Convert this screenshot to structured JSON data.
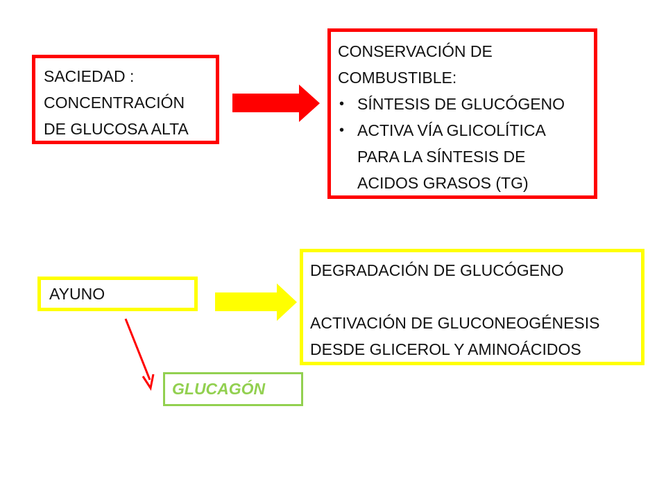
{
  "saciedad": {
    "lines": [
      "SACIEDAD :",
      "CONCENTRACIÓN",
      "DE GLUCOSA ALTA"
    ]
  },
  "conservacion": {
    "heading": [
      "CONSERVACIÓN DE",
      "COMBUSTIBLE:"
    ],
    "bullets": [
      {
        "lines": [
          "SÍNTESIS DE GLUCÓGENO"
        ]
      },
      {
        "lines": [
          "ACTIVA VÍA GLICOLÍTICA",
          "PARA LA SÍNTESIS DE",
          "ACIDOS GRASOS (TG)"
        ]
      }
    ]
  },
  "ayuno": {
    "label": "AYUNO"
  },
  "degradacion": {
    "line1": "DEGRADACIÓN DE GLUCÓGENO",
    "line2": "ACTIVACIÓN DE GLUCONEOGÉNESIS",
    "line3": "DESDE GLICEROL Y AMINOÁCIDOS"
  },
  "glucagon": {
    "label": "GLUCAGÓN"
  },
  "colors": {
    "red": "#ff0000",
    "yellow": "#ffff00",
    "green": "#92d050"
  },
  "icons": {
    "bullet": "•"
  }
}
